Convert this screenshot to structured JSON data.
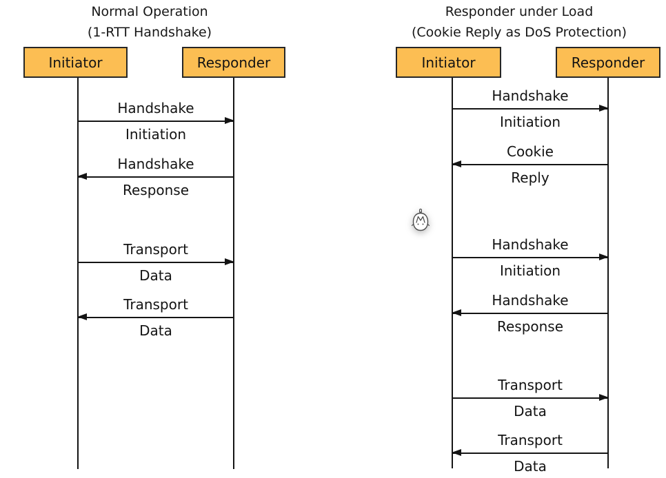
{
  "colors": {
    "actor_fill": "#fcbe53",
    "actor_border": "#262626",
    "line_color": "#141414"
  },
  "left_diagram": {
    "title_line1": "Normal Operation",
    "title_line2": "(1-RTT Handshake)",
    "actors": [
      {
        "label": "Initiator"
      },
      {
        "label": "Responder"
      }
    ],
    "messages": [
      {
        "from": "Initiator",
        "to": "Responder",
        "direction": "right",
        "label_top": "Handshake",
        "label_bottom": "Initiation"
      },
      {
        "from": "Responder",
        "to": "Initiator",
        "direction": "left",
        "label_top": "Handshake",
        "label_bottom": "Response"
      },
      {
        "from": "Initiator",
        "to": "Responder",
        "direction": "right",
        "label_top": "Transport",
        "label_bottom": "Data"
      },
      {
        "from": "Responder",
        "to": "Initiator",
        "direction": "left",
        "label_top": "Transport",
        "label_bottom": "Data"
      }
    ]
  },
  "right_diagram": {
    "title_line1": "Responder under Load",
    "title_line2": "(Cookie Reply as DoS Protection)",
    "actors": [
      {
        "label": "Initiator"
      },
      {
        "label": "Responder"
      }
    ],
    "messages": [
      {
        "from": "Initiator",
        "to": "Responder",
        "direction": "right",
        "label_top": "Handshake",
        "label_bottom": "Initiation"
      },
      {
        "from": "Responder",
        "to": "Initiator",
        "direction": "left",
        "label_top": "Cookie",
        "label_bottom": "Reply"
      },
      {
        "from": "Initiator",
        "to": "Responder",
        "direction": "right",
        "label_top": "Handshake",
        "label_bottom": "Initiation"
      },
      {
        "from": "Responder",
        "to": "Initiator",
        "direction": "left",
        "label_top": "Handshake",
        "label_bottom": "Response"
      },
      {
        "from": "Initiator",
        "to": "Responder",
        "direction": "right",
        "label_top": "Transport",
        "label_bottom": "Data"
      },
      {
        "from": "Responder",
        "to": "Initiator",
        "direction": "left",
        "label_top": "Transport",
        "label_bottom": "Data"
      }
    ]
  },
  "cursor": {
    "icon": "mascot-face-cursor"
  }
}
